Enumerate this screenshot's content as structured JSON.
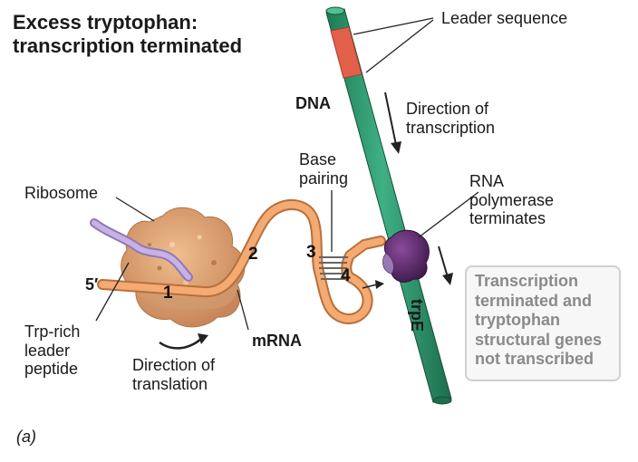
{
  "title": {
    "line1": "Excess tryptophan:",
    "line2": "transcription terminated"
  },
  "labels": {
    "leader_sequence": "Leader sequence",
    "dna": "DNA",
    "direction_of_transcription": [
      "Direction of",
      "transcription"
    ],
    "base_pairing": [
      "Base",
      "pairing"
    ],
    "rna_polymerase": [
      "RNA",
      "polymerase",
      "terminates"
    ],
    "ribosome": "Ribosome",
    "five_prime": "5′",
    "trp_rich": [
      "Trp-rich",
      "leader",
      "peptide"
    ],
    "direction_of_translation": [
      "Direction of",
      "translation"
    ],
    "mrna": "mRNA",
    "trpE": "trpE",
    "panel": "(a)"
  },
  "regions": [
    "1",
    "2",
    "3",
    "4"
  ],
  "result_box": [
    "Transcription",
    "terminated and",
    "tryptophan",
    "structural genes",
    "not transcribed"
  ],
  "colors": {
    "dna": "#2e9a6e",
    "leader": "#e0604a",
    "mrna": "#f2a56a",
    "ribosome": "#e0a070",
    "polymerase": "#5a2a6a",
    "peptide": "#b8a0d8"
  }
}
